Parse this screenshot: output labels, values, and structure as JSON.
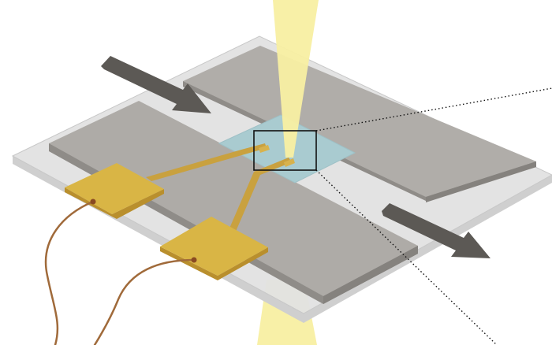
{
  "diagram": {
    "description_text": "",
    "colors": {
      "background": "#ffffff",
      "substrate": "#dcdcdc",
      "substrate_edge": "#c8c8c8",
      "plate_top": "#aeaba7",
      "plate_side": "#8f8c88",
      "sample_window": "#a9cbd0",
      "gold_pad": "#d9b545",
      "gold_pad_edge": "#c39a33",
      "gold_trace": "#c9a13f",
      "wire": "#a06a3a",
      "beam": "#f8efa2",
      "arrow": "#5c5955",
      "dotted_line": "#111111"
    },
    "components": [
      {
        "name": "substrate",
        "icon": "glass-slide"
      },
      {
        "name": "upper-left-plate",
        "icon": "electrode-plate"
      },
      {
        "name": "upper-right-plate",
        "icon": "electrode-plate"
      },
      {
        "name": "sample-window",
        "icon": "membrane-window"
      },
      {
        "name": "gold-pad-1",
        "icon": "contact-pad"
      },
      {
        "name": "gold-pad-2",
        "icon": "contact-pad"
      },
      {
        "name": "incoming-beam",
        "icon": "light-beam"
      },
      {
        "name": "transmitted-beam",
        "icon": "light-beam"
      },
      {
        "name": "flow-in-arrow",
        "icon": "arrow-right-down"
      },
      {
        "name": "flow-out-arrow",
        "icon": "arrow-right-down"
      },
      {
        "name": "zoom-box",
        "icon": "magnify-region"
      }
    ]
  }
}
